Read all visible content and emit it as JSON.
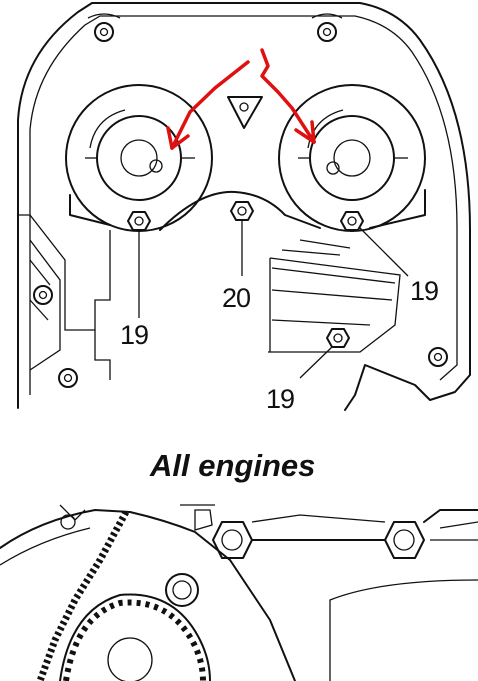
{
  "callouts": {
    "left_bolt": "19",
    "right_bolt": "19",
    "center_bolt": "20",
    "lower_bolt": "19"
  },
  "caption": "All engines",
  "colors": {
    "line": "#111111",
    "arrow": "#e01010",
    "background": "#ffffff"
  }
}
